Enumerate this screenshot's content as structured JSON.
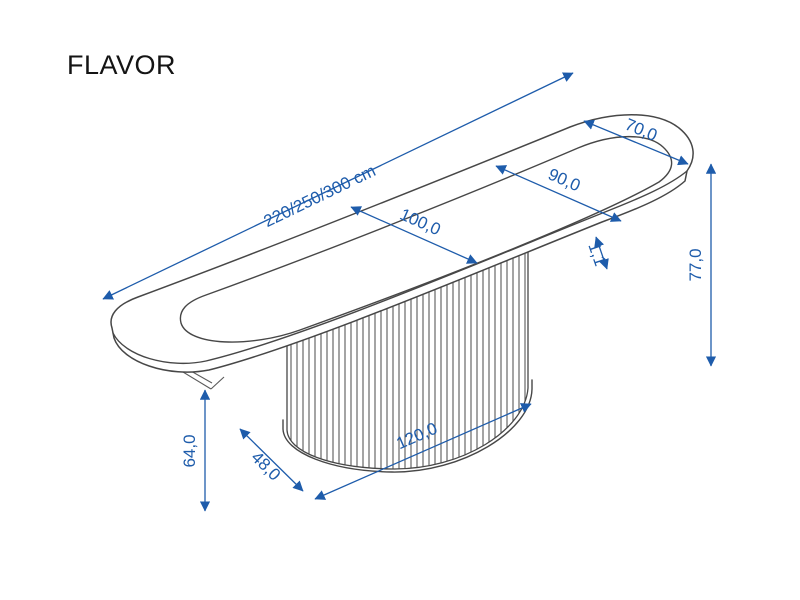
{
  "title": "FLAVOR",
  "colors": {
    "dimension_blue": "#1e5cab",
    "drawing_gray": "#474747",
    "background": "#ffffff"
  },
  "dims": {
    "length": "220/250/300 cm",
    "end_width": "70,0",
    "inner_width": "90,0",
    "center_width": "100,0",
    "top_thickness": "1,1",
    "height": "77,0",
    "underside_height": "64,0",
    "base_width": "48,0",
    "base_length": "120,0"
  }
}
